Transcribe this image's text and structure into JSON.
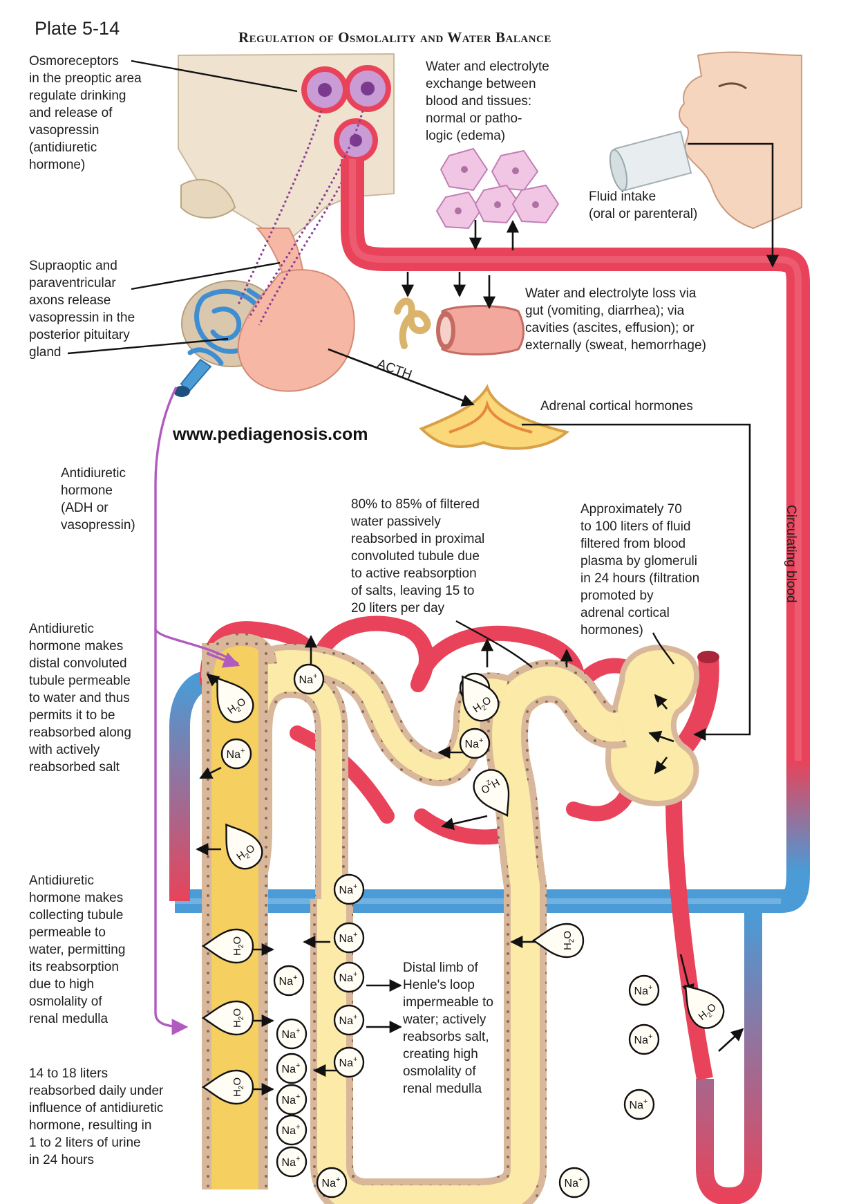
{
  "plate": "Plate 5-14",
  "title": "Regulation of Osmolality and Water Balance",
  "website": "www.pediagenosis.com",
  "labels": {
    "osmoreceptors": "Osmoreceptors\nin the preoptic area\nregulate drinking\nand release of\nvasopressin\n(antidiuretic\nhormone)",
    "supraoptic": "Supraoptic and\nparaventricular\naxons release\nvasopressin in the\nposterior pituitary\ngland",
    "exchange": "Water and electrolyte\nexchange between\nblood and tissues:\nnormal or patho-\nlogic (edema)",
    "fluid_intake": "Fluid intake\n(oral or parenteral)",
    "water_loss": "Water and electrolyte loss via\ngut (vomiting, diarrhea); via\ncavities (ascites, effusion); or\nexternally (sweat, hemorrhage)",
    "acth": "ACTH",
    "adrenal": "Adrenal cortical hormones",
    "adh": "Antidiuretic\nhormone\n(ADH or\nvasopressin)",
    "proximal": "80% to 85% of filtered\nwater passively\nreabsorbed in proximal\nconvoluted tubule due\nto active reabsorption\nof salts, leaving 15 to\n20 liters per day",
    "glomeruli": "Approximately 70\nto 100 liters of fluid\nfiltered from blood\nplasma by glomeruli\nin 24 hours (filtration\npromoted by\nadrenal cortical\nhormones)",
    "circulating": "Circulating blood",
    "distal_convoluted": "Antidiuretic\nhormone makes\ndistal convoluted\ntubule permeable\nto water and thus\npermits it to be\nreabsorbed along\nwith actively\nreabsorbed salt",
    "collecting": "Antidiuretic\nhormone makes\ncollecting tubule\npermeable to\nwater, permitting\nits reabsorption\ndue to high\nosmolality of\nrenal medulla",
    "henle": "Distal limb of\nHenle's loop\nimpermeable to\nwater; actively\nreabsorbs salt,\ncreating high\nosmolality of\nrenal medulla",
    "liters": "14 to 18 liters\nreabsorbed daily under\ninfluence of antidiuretic\nhormone, resulting in\n1 to 2 liters of urine\nin 24 hours"
  },
  "symbols": {
    "sodium": "Na+",
    "water": "H2O"
  },
  "colors": {
    "artery": "#e8435a",
    "vein": "#4a9bd6",
    "tubule": "#fbeaa8",
    "tubule_wall": "#d9b79a",
    "nerve": "#8a3b93",
    "adh_arrow": "#b15ac0",
    "brain": "#efe3cf",
    "pituitary": "#f6b7a4"
  }
}
